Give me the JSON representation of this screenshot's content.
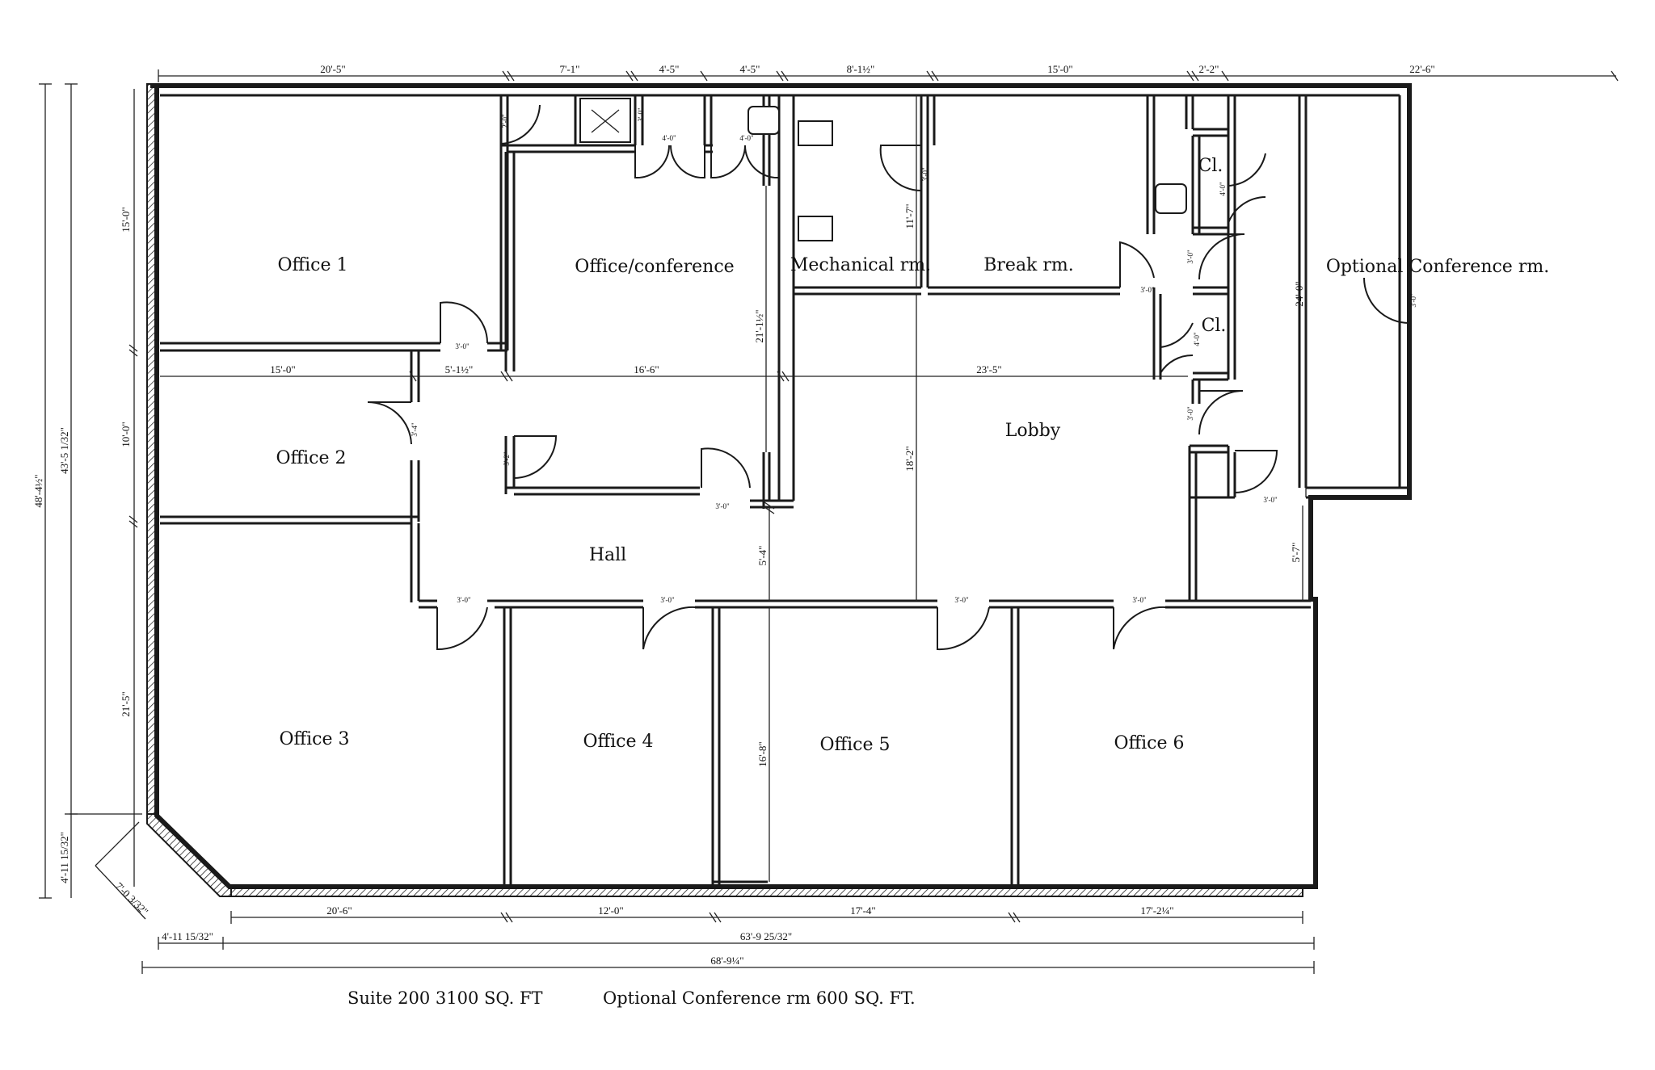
{
  "rooms": {
    "office1": "Office 1",
    "office_conference": "Office/conference",
    "mechanical": "Mechanical rm.",
    "break": "Break rm.",
    "optional_conference": "Optional Conference rm.",
    "office2": "Office 2",
    "lobby": "Lobby",
    "hall": "Hall",
    "office3": "Office 3",
    "office4": "Office 4",
    "office5": "Office 5",
    "office6": "Office 6",
    "closet": "Cl."
  },
  "dimensions": {
    "top": [
      "20'-5\"",
      "7'-1\"",
      "4'-5\"",
      "4'-5\"",
      "8'-1½\"",
      "15'-0\"",
      "2'-2\"",
      "22'-6\""
    ],
    "left": [
      "15'-0\"",
      "10'-0\"",
      "21'-5\""
    ],
    "overall_left_outer": "48'-4½\"",
    "overall_left_inner": "43'-5 1/32\"",
    "corner_left": "4'-11 15/32\"",
    "corner_diag": "7'-0 3/32\"",
    "bottom_row": [
      "20'-6\"",
      "12'-0\"",
      "17'-4\"",
      "17'-2¼\""
    ],
    "bottom_corner": "4'-11 15/32\"",
    "bottom_mid": "63'-9 25/32\"",
    "bottom_overall": "68'-9¼\"",
    "interior_row": [
      "15'-0\"",
      "5'-1½\"",
      "16'-6\"",
      "23'-5\""
    ],
    "office_conference_height": "21'-1½\"",
    "mechanical_height": "11'-7\"",
    "lobby_height": "18'-2\"",
    "hall_height": "5'-4\"",
    "office5_height": "16'-8\"",
    "optional_conf_height": "24'-0\"",
    "right_hall": "5'-7\"",
    "door_3_0": "3'-0\"",
    "door_4_0": "4'-0\"",
    "door_2_0": "2'-0\"",
    "door_3_4": "3'-4\"",
    "door_3_2": "3'-2\"",
    "small_3_0": "3'-0\""
  },
  "footer": {
    "suite": "Suite 200 3100 SQ. FT",
    "optional": "Optional Conference rm 600 SQ. FT."
  }
}
